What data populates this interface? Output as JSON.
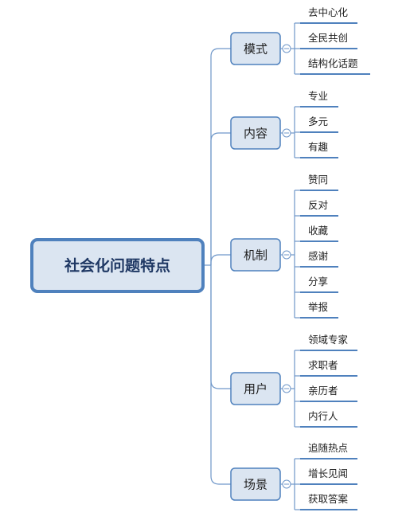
{
  "root": {
    "label": "社会化问题特点"
  },
  "branches": [
    {
      "label": "模式",
      "children": [
        "去中心化",
        "全民共创",
        "结构化话题"
      ]
    },
    {
      "label": "内容",
      "children": [
        "专业",
        "多元",
        "有趣"
      ]
    },
    {
      "label": "机制",
      "children": [
        "赞同",
        "反对",
        "收藏",
        "感谢",
        "分享",
        "举报"
      ]
    },
    {
      "label": "用户",
      "children": [
        "领域专家",
        "求职者",
        "亲历者",
        "内行人"
      ]
    },
    {
      "label": "场景",
      "children": [
        "追随热点",
        "增长见闻",
        "获取答案"
      ]
    }
  ],
  "colors": {
    "accent": "#4f81bd",
    "node_fill": "#dbe5f1",
    "connector": "#6f97c9"
  }
}
